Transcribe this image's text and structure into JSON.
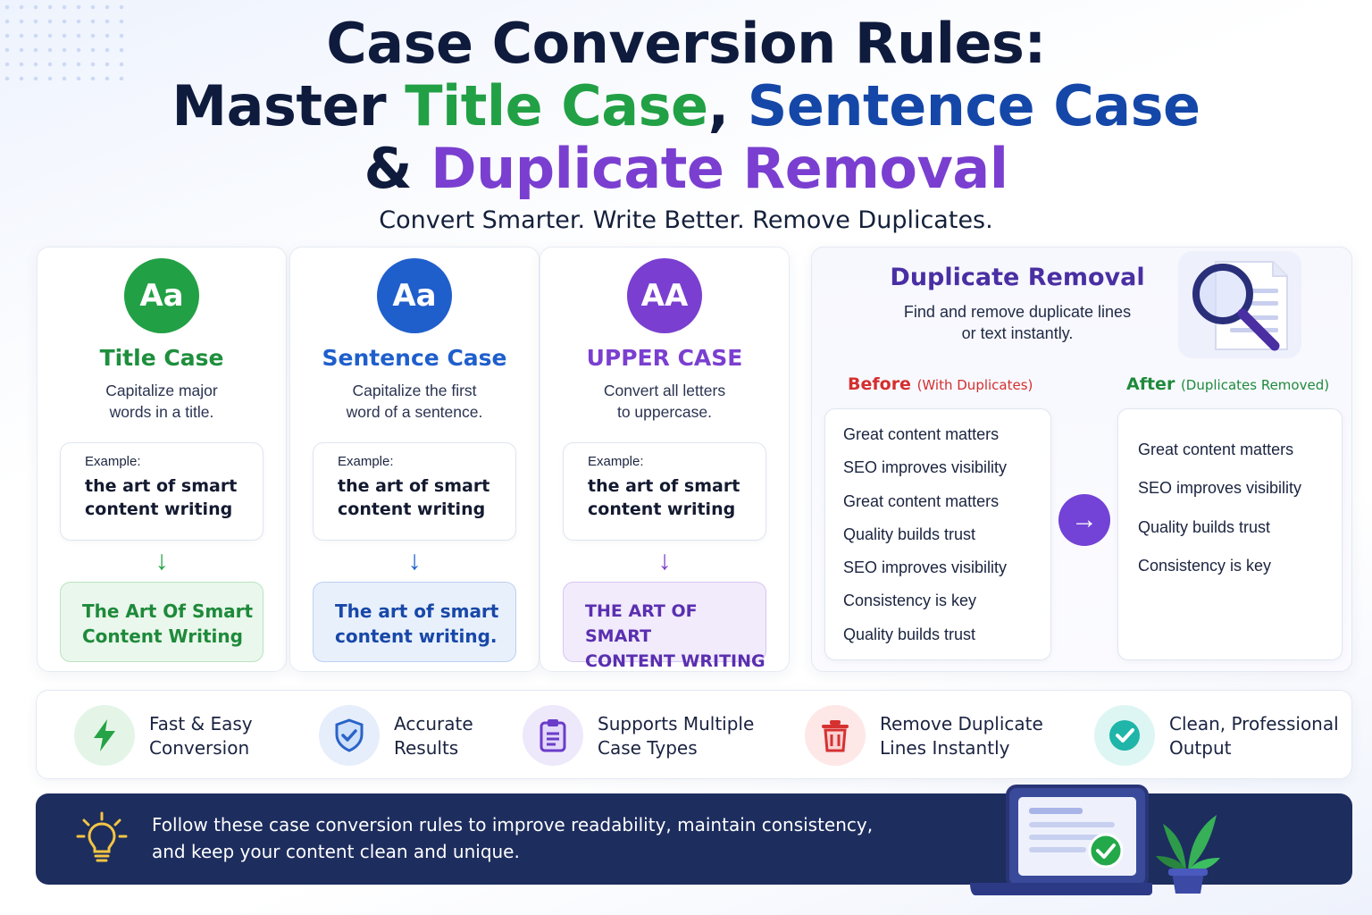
{
  "header": {
    "title_line1": "Case Conversion Rules:",
    "title_line2_prefix": "Master ",
    "title_line2_green": "Title Case",
    "title_line2_comma": ", ",
    "title_line2_blue": "Sentence Case",
    "title_line3_prefix": "& ",
    "title_line3_purple": "Duplicate Removal",
    "subtitle": "Convert Smarter. Write Better. Remove Duplicates."
  },
  "cards": [
    {
      "badge": "Aa",
      "title": "Title Case",
      "desc_line1": "Capitalize major",
      "desc_line2": "words in a title.",
      "example_label": "Example:",
      "example_line1": "the art of smart",
      "example_line2": "content writing",
      "result_line1": "The Art Of Smart",
      "result_line2": "Content Writing",
      "color": "#22a045",
      "result_bg": "#eaf7ec",
      "result_border": "#b9e3c2",
      "result_color": "#1e8a3a"
    },
    {
      "badge": "Aa",
      "title": "Sentence Case",
      "desc_line1": "Capitalize the first",
      "desc_line2": "word of a sentence.",
      "example_label": "Example:",
      "example_line1": "the art of smart",
      "example_line2": "content writing",
      "result_line1": "The art of smart",
      "result_line2": "content writing.",
      "color": "#1f5fcc",
      "result_bg": "#e8f0fc",
      "result_border": "#bcd0f0",
      "result_color": "#1848a8"
    },
    {
      "badge": "AA",
      "title": "UPPER CASE",
      "desc_line1": "Convert all letters",
      "desc_line2": "to uppercase.",
      "example_label": "Example:",
      "example_line1": "the art of smart",
      "example_line2": "content writing",
      "result_line1": "THE ART OF SMART",
      "result_line2": "CONTENT WRITING",
      "color": "#7a3fd0",
      "result_bg": "#f1ebfb",
      "result_border": "#d7c6f2",
      "result_color": "#5a2fb0"
    }
  ],
  "duplicate": {
    "title": "Duplicate Removal",
    "desc_line1": "Find and remove duplicate lines",
    "desc_line2": "or text instantly.",
    "before_label": "Before",
    "before_note": "(With Duplicates)",
    "after_label": "After",
    "after_note": "(Duplicates Removed)",
    "before_items": [
      "Great content matters",
      "SEO improves visibility",
      "Great content matters",
      "Quality builds trust",
      "SEO improves visibility",
      "Consistency is key",
      "Quality builds trust"
    ],
    "after_items": [
      "Great content matters",
      "SEO improves visibility",
      "Quality builds trust",
      "Consistency is key"
    ]
  },
  "features": [
    {
      "icon": "lightning-icon",
      "line1": "Fast & Easy",
      "line2": "Conversion"
    },
    {
      "icon": "shield-check-icon",
      "line1": "Accurate",
      "line2": "Results"
    },
    {
      "icon": "clipboard-icon",
      "line1": "Supports Multiple",
      "line2": "Case Types"
    },
    {
      "icon": "trash-icon",
      "line1": "Remove Duplicate",
      "line2": "Lines Instantly"
    },
    {
      "icon": "check-circle-icon",
      "line1": "Clean, Professional",
      "line2": "Output"
    }
  ],
  "banner": {
    "line1": "Follow these case conversion rules to improve readability, maintain consistency,",
    "line2": "and keep your content clean and unique."
  }
}
